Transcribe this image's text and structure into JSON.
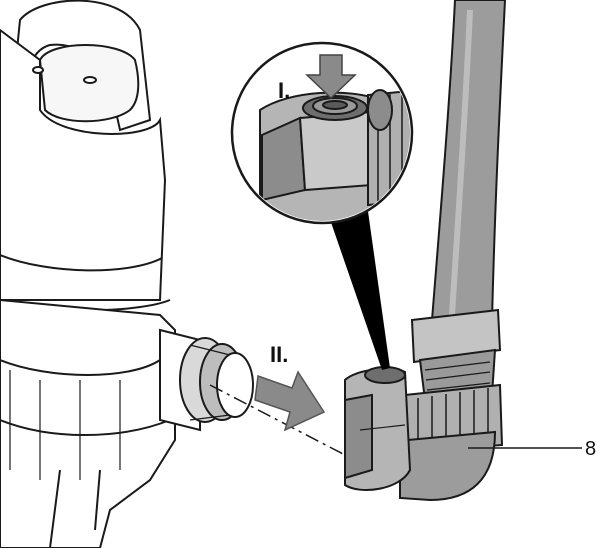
{
  "labels": {
    "step_one": "I.",
    "step_two": "II.",
    "part_number": "8"
  },
  "colors": {
    "line": "#1a1a1a",
    "hose": "#9c9c9c",
    "hose_shade": "#7f7f7f",
    "fitting": "#b5b5b5",
    "fitting_dark": "#6e6e6e",
    "arrow": "#8a8a8a",
    "pump_body": "#ffffff",
    "zoom_cone": "#000000"
  },
  "icons": {
    "press_arrow": "down-arrow-icon",
    "slide_arrow": "right-arrow-icon"
  }
}
